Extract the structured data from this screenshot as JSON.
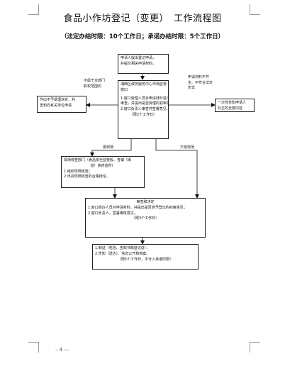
{
  "title": "食品小作坊登记（变更）　工作流程图",
  "subtitle": "（法定办结时限：10个工作日；承诺办结时限：5个工作日）",
  "apply_box": [
    "申请人提出登记申请，",
    "并提交相关申请材料。"
  ],
  "window_box": {
    "header": [
      "湘西区政务服务中心市场监管",
      "窗口"
    ],
    "lines": [
      "1.窗口受理人员对申请材料进行形式",
      "审查，并提出是否受理的初审意见；",
      "2.窗口负责人审查并签署意见。"
    ],
    "time": "（限2个工作日）"
  },
  "left_label": [
    "不属于本部门",
    "职权范围的"
  ],
  "left_box": [
    "作出不予受理决定，并",
    "告知向有关单位申请"
  ],
  "right_label": [
    "申请材料不齐",
    "全、不符合法定",
    "形式"
  ],
  "right_box": [
    "一次性告知申请人",
    "补正的全部内容"
  ],
  "need_inspect_label": "需现场",
  "no_inspect_label": "不需现场",
  "inspect_box": {
    "header": [
      "现场核查部门（食品安全监管股、各镇（街",
      "道）食药监所）"
    ],
    "lines": [
      "1.组织现场核查；",
      "2.出具现场核查的合格结论。"
    ]
  },
  "review_box": {
    "header": "审查和决定",
    "lines": [
      "1.窗口经办人员对申请材料，并提出是否准予登记的初审意见；",
      "2.窗口负责人，签署审核意见。"
    ],
    "time": "（限3个工作日）"
  },
  "cert_box": {
    "lines": [
      "1.制证（包括、告知书和登记证）；",
      "2.告知（送达）、信息公开和档案。"
    ],
    "time": "（限5个工作日，不计入承诺时限）"
  },
  "page_number": "4"
}
